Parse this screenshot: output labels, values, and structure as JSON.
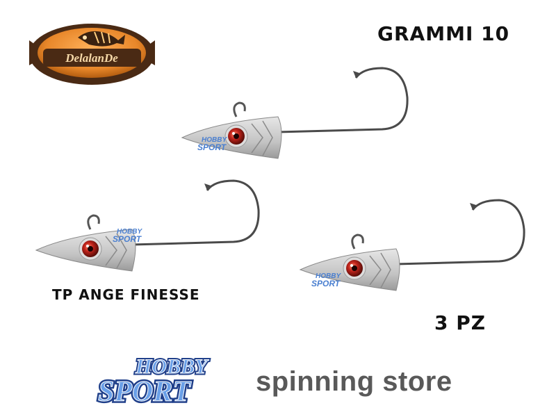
{
  "brand": {
    "logo_text": "DelalanDe",
    "icon": "fish-logo-icon"
  },
  "captions": {
    "weight": "GRAMMI 10",
    "product_name": "TP ANGE FINESSE",
    "quantity": "3 PZ"
  },
  "watermark": {
    "line1": "HOBBY",
    "line2": "SPORT"
  },
  "products": [
    {
      "name": "jig-head-hook",
      "icon": "jig-head-hook-icon"
    },
    {
      "name": "jig-head-hook",
      "icon": "jig-head-hook-icon"
    },
    {
      "name": "jig-head-hook",
      "icon": "jig-head-hook-icon"
    }
  ],
  "store": {
    "logo_line1": "HOBBY",
    "logo_line2": "SPORT",
    "tagline": "spinning store"
  },
  "colors": {
    "brand_orange": "#e8872a",
    "brand_brown": "#4a2a14",
    "store_blue": "#4a7fd0",
    "tagline_gray": "#595959",
    "eye_red": "#c0231b",
    "lead_gray": "#c9c9c9"
  }
}
